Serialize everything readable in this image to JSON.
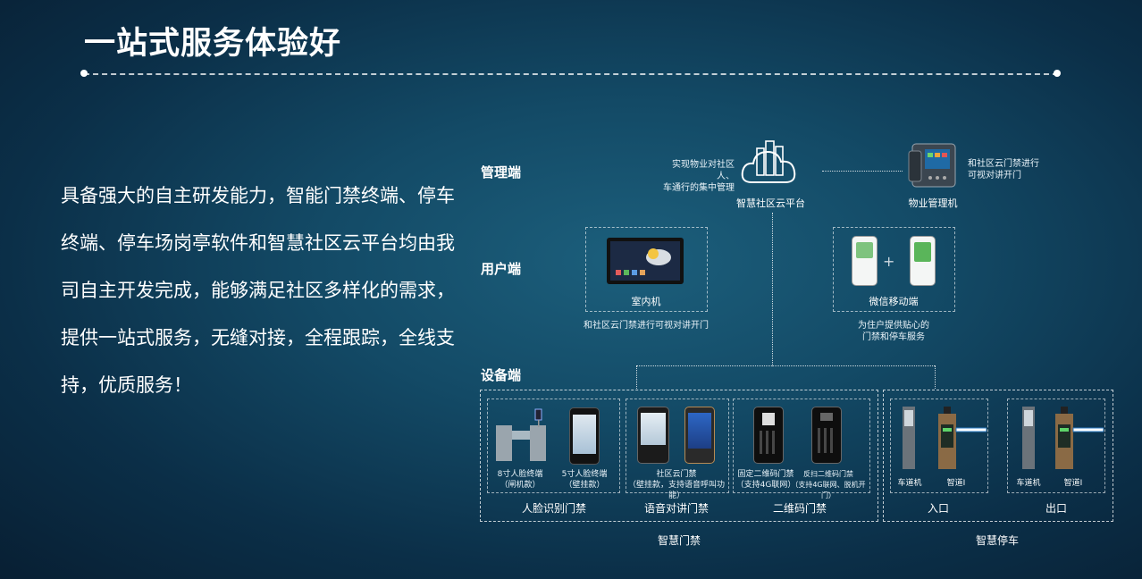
{
  "title": "一站式服务体验好",
  "description": "具备强大的自主研发能力，智能门禁终端、停车终端、停车场岗亭软件和智慧社区云平台均由我司自主开发完成，能够满足社区多样化的需求，提供一站式服务，无缝对接，全程跟踪，全线支持，优质服务！",
  "tiers": {
    "management": "管理端",
    "user": "用户端",
    "device": "设备端"
  },
  "management": {
    "note_left": "实现物业对社区人、车通行的集中管理",
    "note_left_line1": "实现物业对社区人、",
    "note_left_line2": "车通行的集中管理",
    "cloud_label": "智慧社区云平台",
    "note_right_line1": "和社区云门禁进行",
    "note_right_line2": "可视对讲开门",
    "phone_label": "物业管理机"
  },
  "user": {
    "indoor_label": "室内机",
    "indoor_note": "和社区云门禁进行可视对讲开门",
    "wechat_label": "微信移动端",
    "wechat_note_line1": "为住户提供贴心的",
    "wechat_note_line2": "门禁和停车服务",
    "plus": "+"
  },
  "devices": {
    "face": {
      "item1_line1": "8寸人脸终端",
      "item1_line2": "（闸机款）",
      "item2_line1": "5寸人脸终端",
      "item2_line2": "（壁挂款）",
      "group_label": "人脸识别门禁"
    },
    "voice": {
      "item_line1": "社区云门禁",
      "item_line2": "（壁挂款，支持语音呼叫功能）",
      "group_label": "语音对讲门禁"
    },
    "qr": {
      "item1_line1": "固定二维码门禁",
      "item1_line2": "（支持4G联网）",
      "item2_line1": "反扫二维码门禁",
      "item2_line2": "（支持4G联网、脱机开门）",
      "group_label": "二维码门禁"
    },
    "access_group": "智慧门禁",
    "entry": {
      "item1": "车道机",
      "item2": "智道Ⅰ",
      "group_label": "入口"
    },
    "exit": {
      "item1": "车道机",
      "item2": "智道Ⅰ",
      "group_label": "出口"
    },
    "parking_group": "智慧停车"
  }
}
